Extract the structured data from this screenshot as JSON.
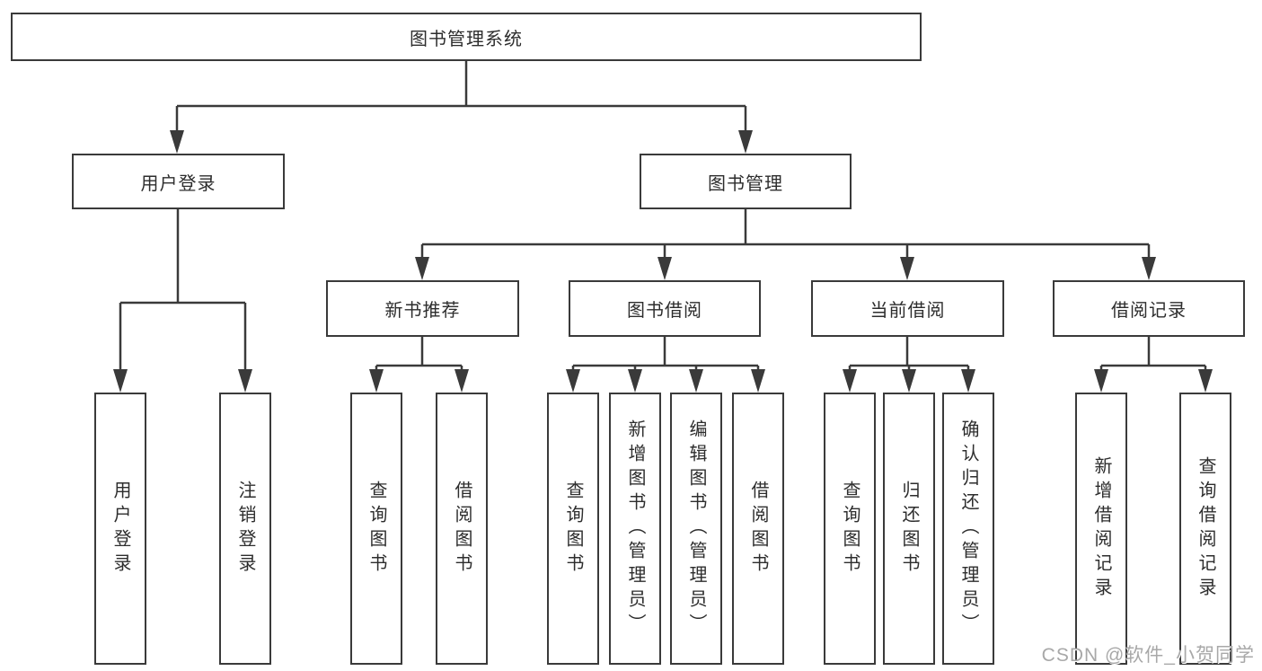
{
  "diagram_title": "图书管理系统",
  "colors": {
    "line": "#3a3a3a",
    "box_border": "#3a3a3a",
    "box_fill": "#ffffff",
    "text": "#2d2d2d",
    "watermark": "#a8a8a8"
  },
  "tree": {
    "root": {
      "label": "图书管理系统"
    },
    "user_login": {
      "label": "用户登录",
      "children": [
        "用户登录",
        "注销登录"
      ]
    },
    "book_mgmt": {
      "label": "图书管理"
    },
    "new_book": {
      "label": "新书推荐",
      "children": [
        "查询图书",
        "借阅图书"
      ]
    },
    "book_borrow": {
      "label": "图书借阅",
      "children": [
        "查询图书",
        "新增图书（管理员）",
        "编辑图书（管理员）",
        "借阅图书"
      ]
    },
    "current_borrow": {
      "label": "当前借阅",
      "children": [
        "查询图书",
        "归还图书",
        "确认归还（管理员）"
      ]
    },
    "borrow_record": {
      "label": "借阅记录",
      "children": [
        "新增借阅记录",
        "查询借阅记录"
      ]
    }
  },
  "watermark": "CSDN @软件_小贺同学"
}
